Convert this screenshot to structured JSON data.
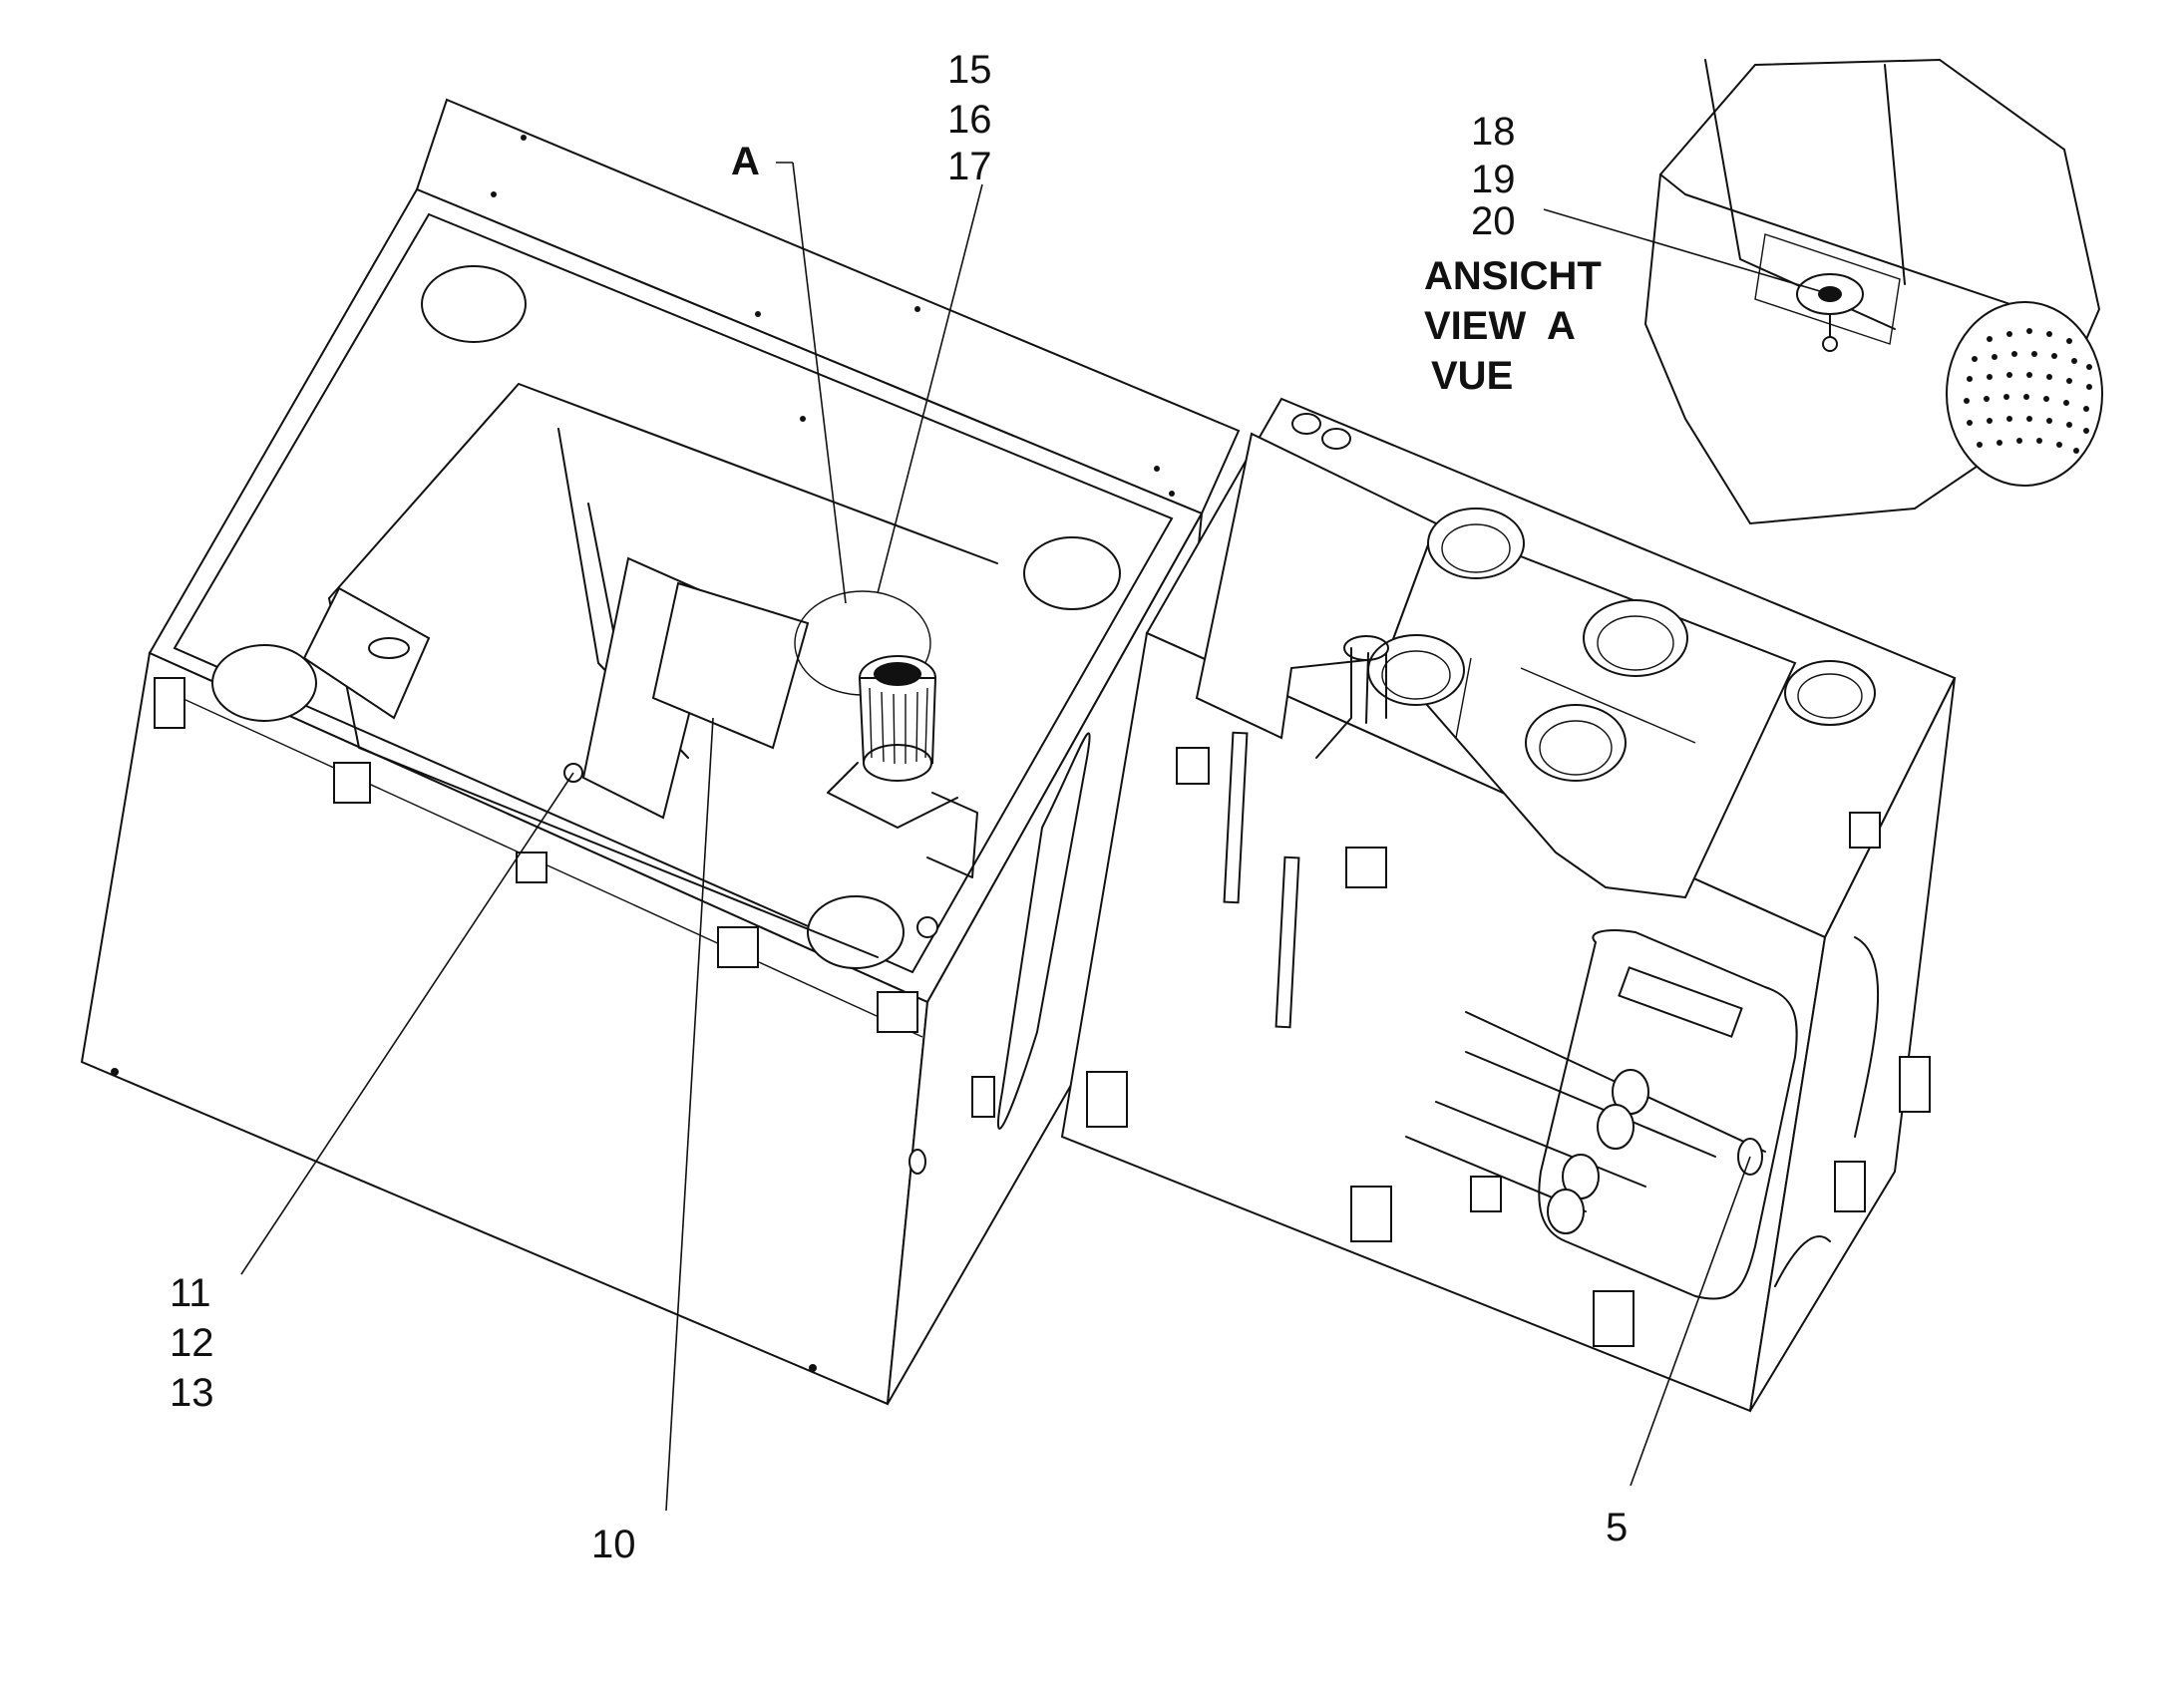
{
  "callouts": {
    "a_marker": "A",
    "group_15_17": [
      "15",
      "16",
      "17"
    ],
    "group_18_20": [
      "18",
      "19",
      "20"
    ],
    "view_label": [
      "ANSICHT",
      "VIEW  A",
      "VUE"
    ],
    "group_11_13": [
      "11",
      "12",
      "13"
    ],
    "part_10": "10",
    "part_5": "5"
  }
}
